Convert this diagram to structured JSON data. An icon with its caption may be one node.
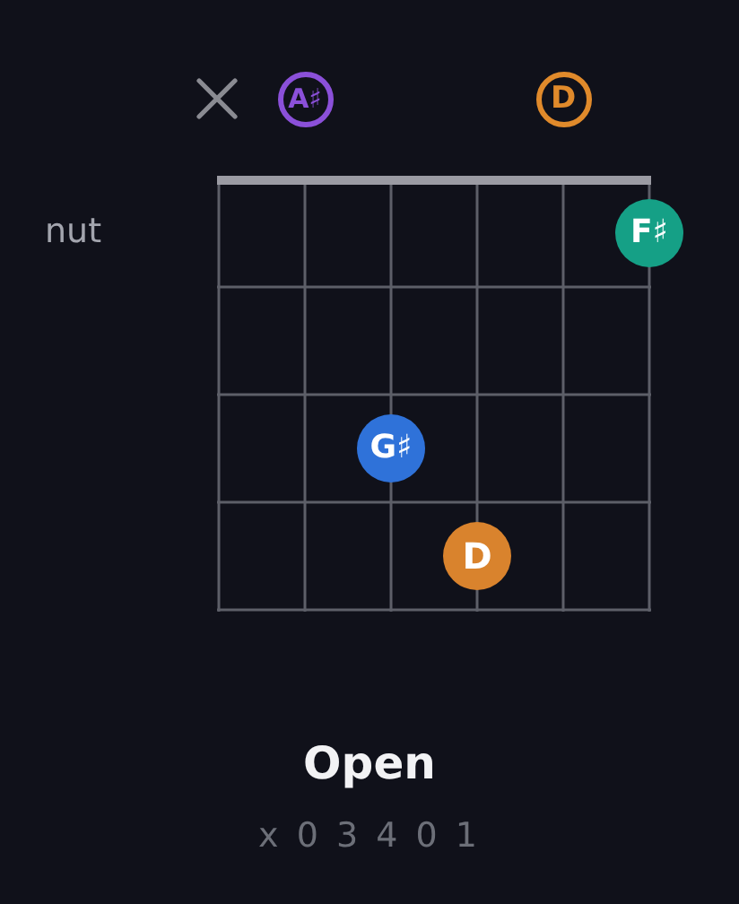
{
  "diagram": {
    "title": "Open",
    "nodes": [
      {
        "text": [
          "A♯"
        ]
      },
      {
        "text": [
          "D"
        ]
      },
      {
        "text": [
          "F♯"
        ]
      },
      {
        "text": [
          "G♯"
        ]
      },
      {
        "text": [
          "D"
        ]
      }
    ],
    "labels": [
      "nut",
      "x 0 3 4 0 1"
    ]
  }
}
